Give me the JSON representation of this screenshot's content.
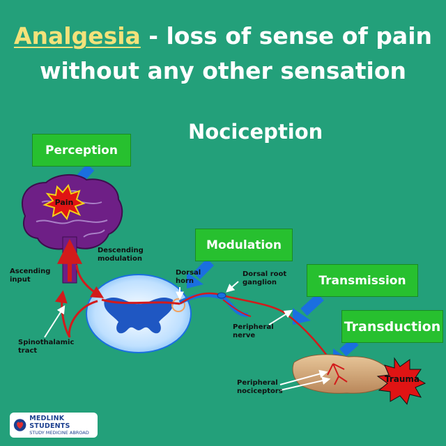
{
  "header": {
    "term": "Analgesia",
    "definition_rest": " - loss of sense of pain",
    "line2": "without any other sensation"
  },
  "diagram": {
    "title": "Nociception",
    "stages": {
      "perception": "Perception",
      "modulation": "Modulation",
      "transmission": "Transmission",
      "transduction": "Transduction"
    },
    "bursts": {
      "pain": "Pain",
      "trauma": "Trauma"
    },
    "labels": {
      "ascending_input": [
        "Ascending",
        "input"
      ],
      "descending_modulation": [
        "Descending",
        "modulation"
      ],
      "dorsal_horn": [
        "Dorsal",
        "horn"
      ],
      "dorsal_root_ganglion": [
        "Dorsal root",
        "ganglion"
      ],
      "spinothalamic_tract": [
        "Spinothalamic",
        "tract"
      ],
      "peripheral_nerve": [
        "Peripheral",
        "nerve"
      ],
      "peripheral_nociceptors": [
        "Peripheral",
        "nociceptors"
      ]
    },
    "colors": {
      "background": "#23a07a",
      "stage_box": "#27c02f",
      "arrow_blue": "#1a6fe0",
      "nerve_red": "#d21b1b",
      "brain_purple": "#6e1f86",
      "burst_red": "#e01414"
    }
  },
  "logo": {
    "line1": "MEDLINK STUDENTS",
    "line2": "STUDY MEDICINE ABROAD"
  }
}
